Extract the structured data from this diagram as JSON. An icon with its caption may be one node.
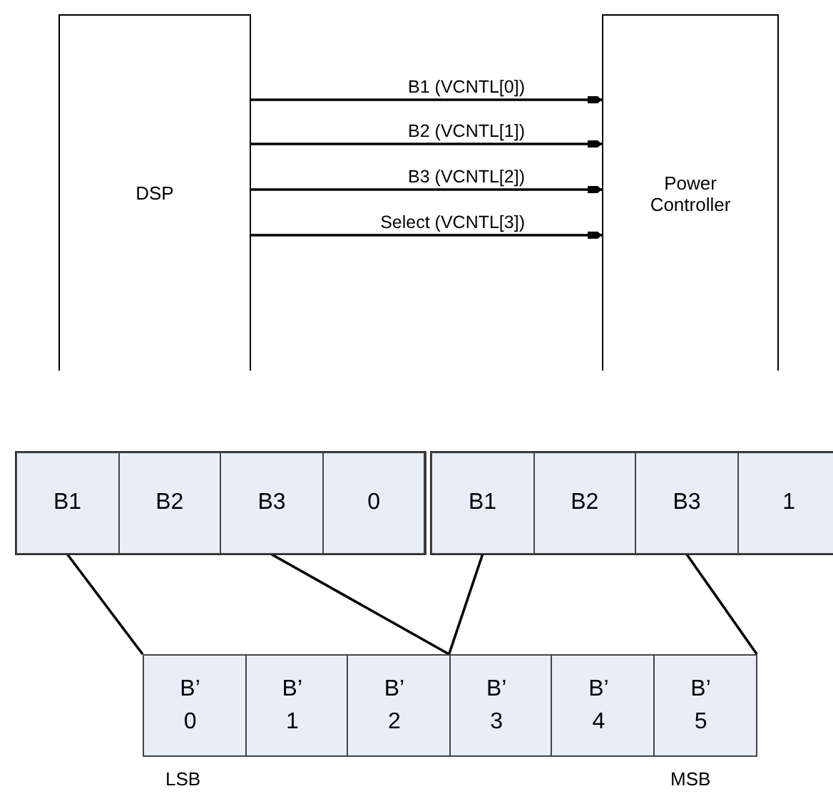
{
  "diagram": {
    "nodes": [
      {
        "text": [
          "DSP"
        ]
      },
      {
        "text": [
          "Power Controller"
        ]
      },
      {
        "text": [
          "B1"
        ]
      },
      {
        "text": [
          "B2"
        ]
      },
      {
        "text": [
          "B3"
        ]
      },
      {
        "text": [
          "0"
        ]
      },
      {
        "text": [
          "B1"
        ]
      },
      {
        "text": [
          "B2"
        ]
      },
      {
        "text": [
          "B3"
        ]
      },
      {
        "text": [
          "1"
        ]
      },
      {
        "text": [
          "B’ 0"
        ]
      },
      {
        "text": [
          "B’ 1"
        ]
      },
      {
        "text": [
          "B’ 2"
        ]
      },
      {
        "text": [
          "B’ 3"
        ]
      },
      {
        "text": [
          "B’ 4"
        ]
      },
      {
        "text": [
          "B’ 5"
        ]
      }
    ],
    "edges": [
      {
        "from": 0,
        "to": 1,
        "arrow": "to",
        "label": "B1 (VCNTL[0])"
      },
      {
        "from": 0,
        "to": 1,
        "arrow": "to",
        "label": "B2 (VCNTL[1])"
      },
      {
        "from": 0,
        "to": 1,
        "arrow": "to",
        "label": "B3 (VCNTL[2])"
      },
      {
        "from": 0,
        "to": 1,
        "arrow": "to",
        "label": "Select (VCNTL[3])"
      },
      {
        "from": 2,
        "to": 10,
        "arrow": "none"
      },
      {
        "from": 4,
        "to": 13,
        "arrow": "none"
      },
      {
        "from": 6,
        "to": 13,
        "arrow": "none"
      },
      {
        "from": 8,
        "to": 15,
        "arrow": "none"
      }
    ],
    "labels": [
      "LSB",
      "MSB"
    ]
  }
}
